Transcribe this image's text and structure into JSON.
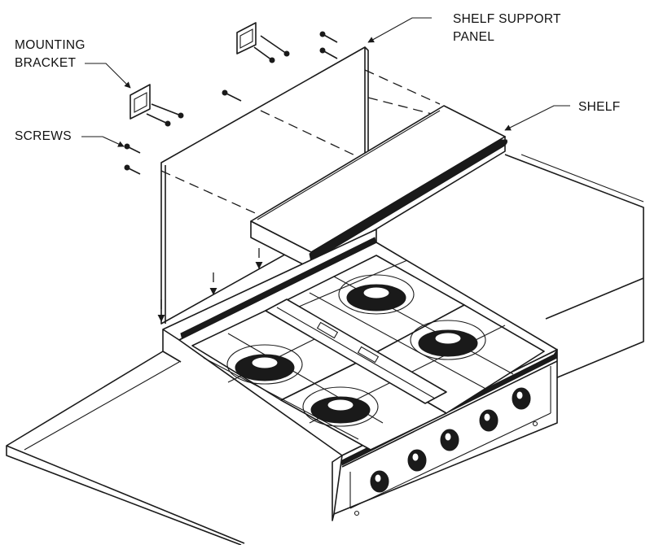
{
  "labels": {
    "mounting_bracket_line1": "MOUNTING",
    "mounting_bracket_line2": "BRACKET",
    "shelf_support_panel_line1": "SHELF SUPPORT",
    "shelf_support_panel_line2": "PANEL",
    "shelf": "SHELF",
    "screws": "SCREWS"
  },
  "colors": {
    "line": "#1a1a1a",
    "background": "#ffffff"
  },
  "parts": {
    "burners": 4,
    "control_knobs": 5
  }
}
